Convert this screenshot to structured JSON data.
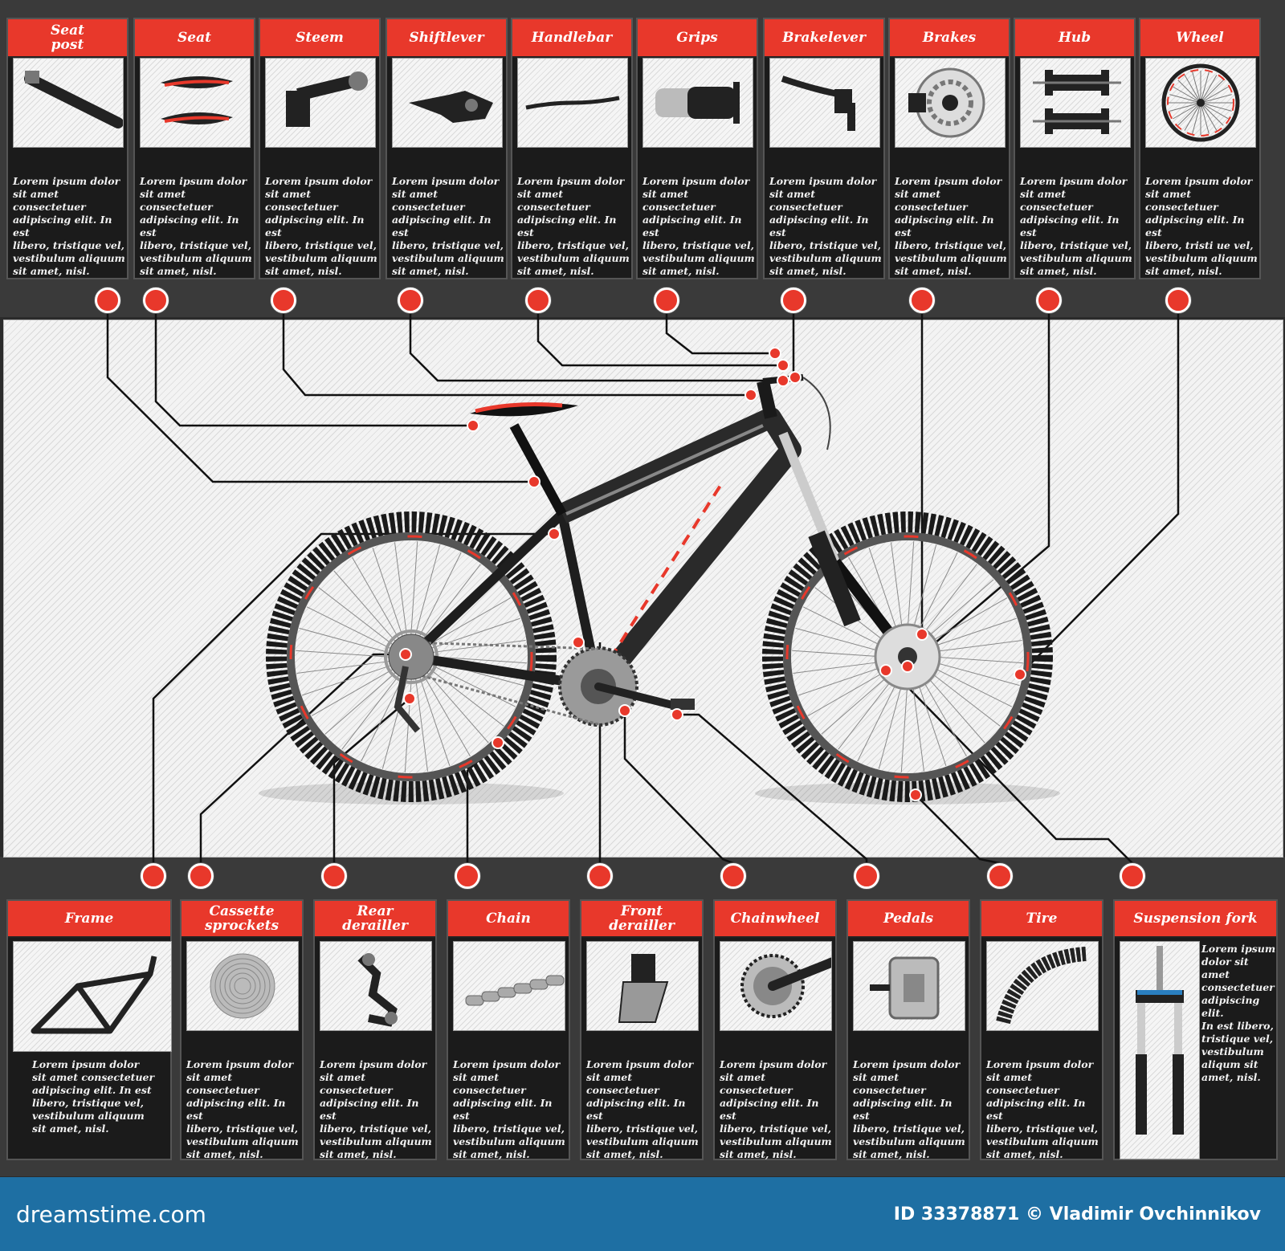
{
  "colors": {
    "accent": "#e8382b",
    "panel": "#1b1b1b",
    "footer": "#1e6fa3"
  },
  "top_panels": [
    {
      "title": "Seat post",
      "icon": "seat-post-icon",
      "text": [
        "Lorem ipsum dolor",
        "sit amet consectetuer",
        "adipiscing elit. In est",
        "libero, tristique vel,",
        "vestibulum aliquum",
        "sit amet, nisl."
      ]
    },
    {
      "title": "Seat",
      "icon": "seat-icon",
      "text": [
        "Lorem ipsum dolor",
        "sit amet consectetuer",
        "adipiscing elit. In est",
        "libero, tristique vel,",
        "vestibulum aliquum",
        "sit amet, nisl."
      ]
    },
    {
      "title": "Steem",
      "icon": "stem-icon",
      "text": [
        "Lorem ipsum dolor",
        "sit amet consectetuer",
        "adipiscing elit. In est",
        "libero, tristique vel,",
        "vestibulum aliquum",
        "sit amet, nisl."
      ]
    },
    {
      "title": "Shiftlever",
      "icon": "shiftlever-icon",
      "text": [
        "Lorem ipsum dolor",
        "sit amet consectetuer",
        "adipiscing elit. In est",
        "libero, tristique vel,",
        "vestibulum aliquum",
        "sit amet, nisl."
      ]
    },
    {
      "title": "Handlebar",
      "icon": "handlebar-icon",
      "text": [
        "Lorem ipsum dolor",
        "sit amet consectetuer",
        "adipiscing elit. In est",
        "libero, tristique vel,",
        "vestibulum aliquum",
        "sit amet, nisl."
      ]
    },
    {
      "title": "Grips",
      "icon": "grips-icon",
      "text": [
        "Lorem ipsum dolor",
        "sit amet consectetuer",
        "adipiscing elit. In est",
        "libero, tristique vel,",
        "vestibulum aliquum",
        "sit amet, nisl."
      ]
    },
    {
      "title": "Brakelever",
      "icon": "brakelever-icon",
      "text": [
        "Lorem ipsum dolor",
        "sit amet consectetuer",
        "adipiscing elit. In est",
        "libero, tristique vel,",
        "vestibulum aliquum",
        "sit amet, nisl."
      ]
    },
    {
      "title": "Brakes",
      "icon": "brake-disc-icon",
      "text": [
        "Lorem ipsum dolor",
        "sit amet consectetuer",
        "adipiscing elit. In est",
        "libero, tristique vel,",
        "vestibulum aliquum",
        "sit amet, nisl."
      ]
    },
    {
      "title": "Hub",
      "icon": "hub-icon",
      "text": [
        "Lorem ipsum dolor",
        "sit amet consectetuer",
        "adipiscing elit. In est",
        "libero, tristique vel,",
        "vestibulum aliquum",
        "sit amet, nisl."
      ]
    },
    {
      "title": "Wheel",
      "icon": "wheel-icon",
      "text": [
        "Lorem ipsum dolor",
        "sit amet consectetuer",
        "adipiscing elit. In est",
        "libero, tristi ue vel,",
        "vestibulum aliquum",
        "sit amet, nisl."
      ]
    }
  ],
  "bottom_panels": [
    {
      "title": "Frame",
      "icon": "frame-icon",
      "text": [
        "Lorem ipsum dolor",
        "sit amet consectetuer",
        "adipiscing elit. In est",
        "libero, tristique vel,",
        "vestibulum aliquum",
        "sit amet, nisl."
      ]
    },
    {
      "title": "Cassette sprockets",
      "icon": "cassette-icon",
      "text": [
        "Lorem ipsum dolor",
        "sit amet consectetuer",
        "adipiscing elit. In est",
        "libero, tristique vel,",
        "vestibulum aliquum",
        "sit amet, nisl."
      ]
    },
    {
      "title": "Rear derailler",
      "icon": "rear-derailleur-icon",
      "text": [
        "Lorem ipsum dolor",
        "sit amet consectetuer",
        "adipiscing elit. In est",
        "libero, tristique vel,",
        "vestibulum aliquum",
        "sit amet, nisl."
      ]
    },
    {
      "title": "Chain",
      "icon": "chain-icon",
      "text": [
        "Lorem ipsum dolor",
        "sit amet consectetuer",
        "adipiscing elit. In est",
        "libero, tristique vel,",
        "vestibulum aliquum",
        "sit amet, nisl."
      ]
    },
    {
      "title": "Front derailler",
      "icon": "front-derailleur-icon",
      "text": [
        "Lorem ipsum dolor",
        "sit amet consectetuer",
        "adipiscing elit. In est",
        "libero, tristique vel,",
        "vestibulum aliquum",
        "sit amet, nisl."
      ]
    },
    {
      "title": "Chainwheel",
      "icon": "chainwheel-icon",
      "text": [
        "Lorem ipsum dolor",
        "sit amet consectetuer",
        "adipiscing elit. In est",
        "libero, tristique vel,",
        "vestibulum aliquum",
        "sit amet, nisl."
      ]
    },
    {
      "title": "Pedals",
      "icon": "pedal-icon",
      "text": [
        "Lorem ipsum dolor",
        "sit amet consectetuer",
        "adipiscing elit. In est",
        "libero, tristique vel,",
        "vestibulum aliquum",
        "sit amet, nisl."
      ]
    },
    {
      "title": "Tire",
      "icon": "tire-icon",
      "text": [
        "Lorem ipsum dolor",
        "sit amet consectetuer",
        "adipiscing elit. In est",
        "libero, tristique vel,",
        "vestibulum aliquum",
        "sit amet, nisl."
      ]
    },
    {
      "title": "Suspension fork",
      "icon": "suspension-fork-icon",
      "text": [
        "Lorem ipsum",
        "dolor sit amet",
        "consectetuer",
        "adipiscing elit.",
        "In est libero,",
        "tristique vel,",
        "vestibulum",
        "aliqum sit",
        "amet, nisl."
      ]
    }
  ],
  "footer": {
    "logo": "dreamstime.com",
    "credit": "ID 33378871 © Vladimir Ovchinnikov"
  }
}
